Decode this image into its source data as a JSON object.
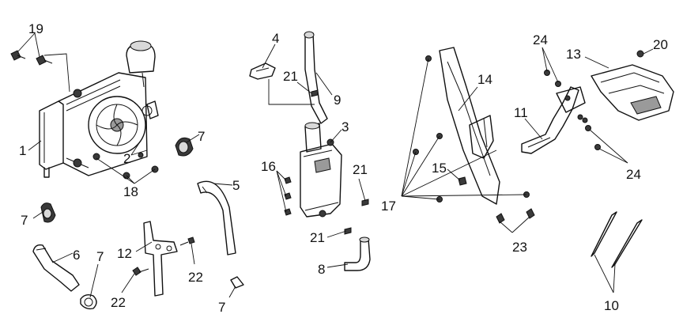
{
  "callouts": [
    {
      "id": "c1",
      "text": "1"
    },
    {
      "id": "c2",
      "text": "2"
    },
    {
      "id": "c3",
      "text": "3"
    },
    {
      "id": "c4",
      "text": "4"
    },
    {
      "id": "c5",
      "text": "5"
    },
    {
      "id": "c6",
      "text": "6"
    },
    {
      "id": "c7a",
      "text": "7"
    },
    {
      "id": "c7b",
      "text": "7"
    },
    {
      "id": "c7c",
      "text": "7"
    },
    {
      "id": "c7d",
      "text": "7"
    },
    {
      "id": "c8",
      "text": "8"
    },
    {
      "id": "c9",
      "text": "9"
    },
    {
      "id": "c10",
      "text": "10"
    },
    {
      "id": "c11",
      "text": "11"
    },
    {
      "id": "c12",
      "text": "12"
    },
    {
      "id": "c13",
      "text": "13"
    },
    {
      "id": "c14",
      "text": "14"
    },
    {
      "id": "c15",
      "text": "15"
    },
    {
      "id": "c16",
      "text": "16"
    },
    {
      "id": "c17",
      "text": "17"
    },
    {
      "id": "c18",
      "text": "18"
    },
    {
      "id": "c19",
      "text": "19"
    },
    {
      "id": "c20",
      "text": "20"
    },
    {
      "id": "c21a",
      "text": "21"
    },
    {
      "id": "c21b",
      "text": "21"
    },
    {
      "id": "c21c",
      "text": "21"
    },
    {
      "id": "c22a",
      "text": "22"
    },
    {
      "id": "c22b",
      "text": "22"
    },
    {
      "id": "c23",
      "text": "23"
    },
    {
      "id": "c24a",
      "text": "24"
    },
    {
      "id": "c24b",
      "text": "24"
    }
  ]
}
